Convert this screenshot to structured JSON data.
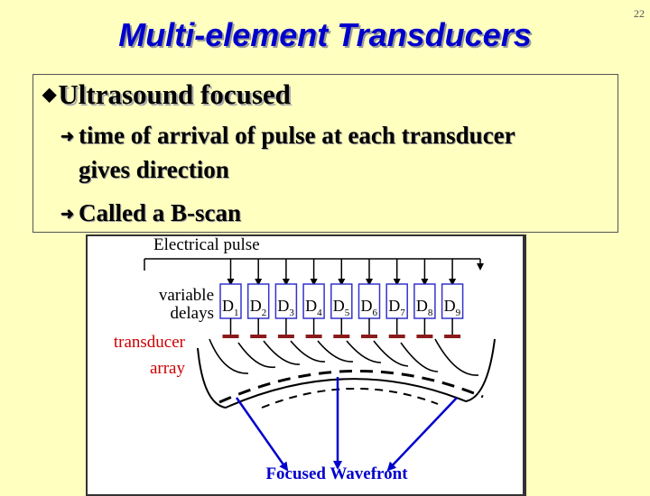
{
  "slide": {
    "title": "Multi-element Transducers",
    "number": "22"
  },
  "bullets": {
    "main": "Ultrasound focused",
    "sub": [
      "time of arrival of pulse at each transducer",
      "gives direction",
      "Called a B-scan"
    ]
  },
  "diagram": {
    "electrical_pulse": "Electrical pulse",
    "variable": "variable",
    "delays": "delays",
    "transducer": "transducer",
    "array": "array",
    "focused_wavefront": "Focused Wavefront",
    "delay_letter": "D",
    "delay_subscripts": [
      "1",
      "2",
      "3",
      "4",
      "5",
      "6",
      "7",
      "8",
      "9"
    ]
  },
  "colors": {
    "background": "#ffffc0",
    "title": "#0000cc",
    "delay_box": "#3333cc",
    "wavefront_arrow": "#0000cc"
  }
}
